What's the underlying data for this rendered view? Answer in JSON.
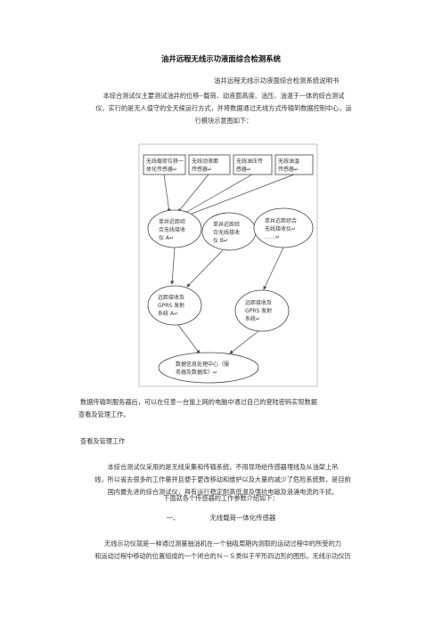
{
  "doc": {
    "title": "油井远程无线示功液面综合检测系统",
    "subtitle": "油井远程无线示功液面综合检测系统说明书",
    "intro_lines": [
      "本综合测试仪主要测试油井的位移--载荷、动液面高度、油压、油温于一体的综合测试",
      "仪，实行的是无人值守的全天候运行方式，并将数据通过无线方式传输到数据控制中心，运",
      "行模块示意图如下："
    ],
    "para2_lines": [
      "数据传输到服务器后，可以在任意一台能上网的电脑中通过自己的登陆密码实现数据",
      "查看及管理工作。"
    ],
    "para3": "查看及管理工作",
    "para4_lines": [
      "本综合测试仪采用的是无线采集和传输系统，不用现场给传感器埋线及从油架上吊",
      "线，所以省去很多的工作量并且便于更改移动和维护以及大量的减少了危险系统数，是目前",
      "国内最先进的综合测试仪，具有运行稳定耐高低温及强抗电磁及浪涌电流的干扰。"
    ],
    "para5": "下面就各个传感器的工作参数介绍如下：",
    "section1_number": "一、",
    "section1_title": "无线载荷一体化传感器",
    "para6_lines": [
      "无线示功仪就是一种通过测量抽油机在一个抽吸周期内测取的运动过程中的所受的力",
      "和运动过程中移动的位置组成的一个闭合的Ｎ－Ｓ类似于平形四边形的图形。无线示功仪历"
    ]
  },
  "diagram": {
    "sensors": [
      [
        "无线载荷位移一",
        "体化传感器↵"
      ],
      [
        "无线动液面",
        "传感器↵"
      ],
      [
        "无线油压传",
        "感器↵"
      ],
      [
        "无线油温",
        "传感器↵"
      ]
    ],
    "receivers": [
      [
        "单井近距综",
        "合无线接收",
        "仪 A↵"
      ],
      [
        "单井近距综",
        "合无线接收",
        "仪 B↵"
      ],
      [
        "单井近距综合",
        "无线接收仪↵",
        "……↵"
      ]
    ],
    "relays": [
      [
        "远距接收及",
        "GPRS 发射",
        "系统 A↵"
      ],
      [
        "远距接收及",
        "GPRS 发射",
        "系统↵"
      ]
    ],
    "center": [
      "数据信息处理中心（服",
      "务器及数据库）↵"
    ]
  }
}
